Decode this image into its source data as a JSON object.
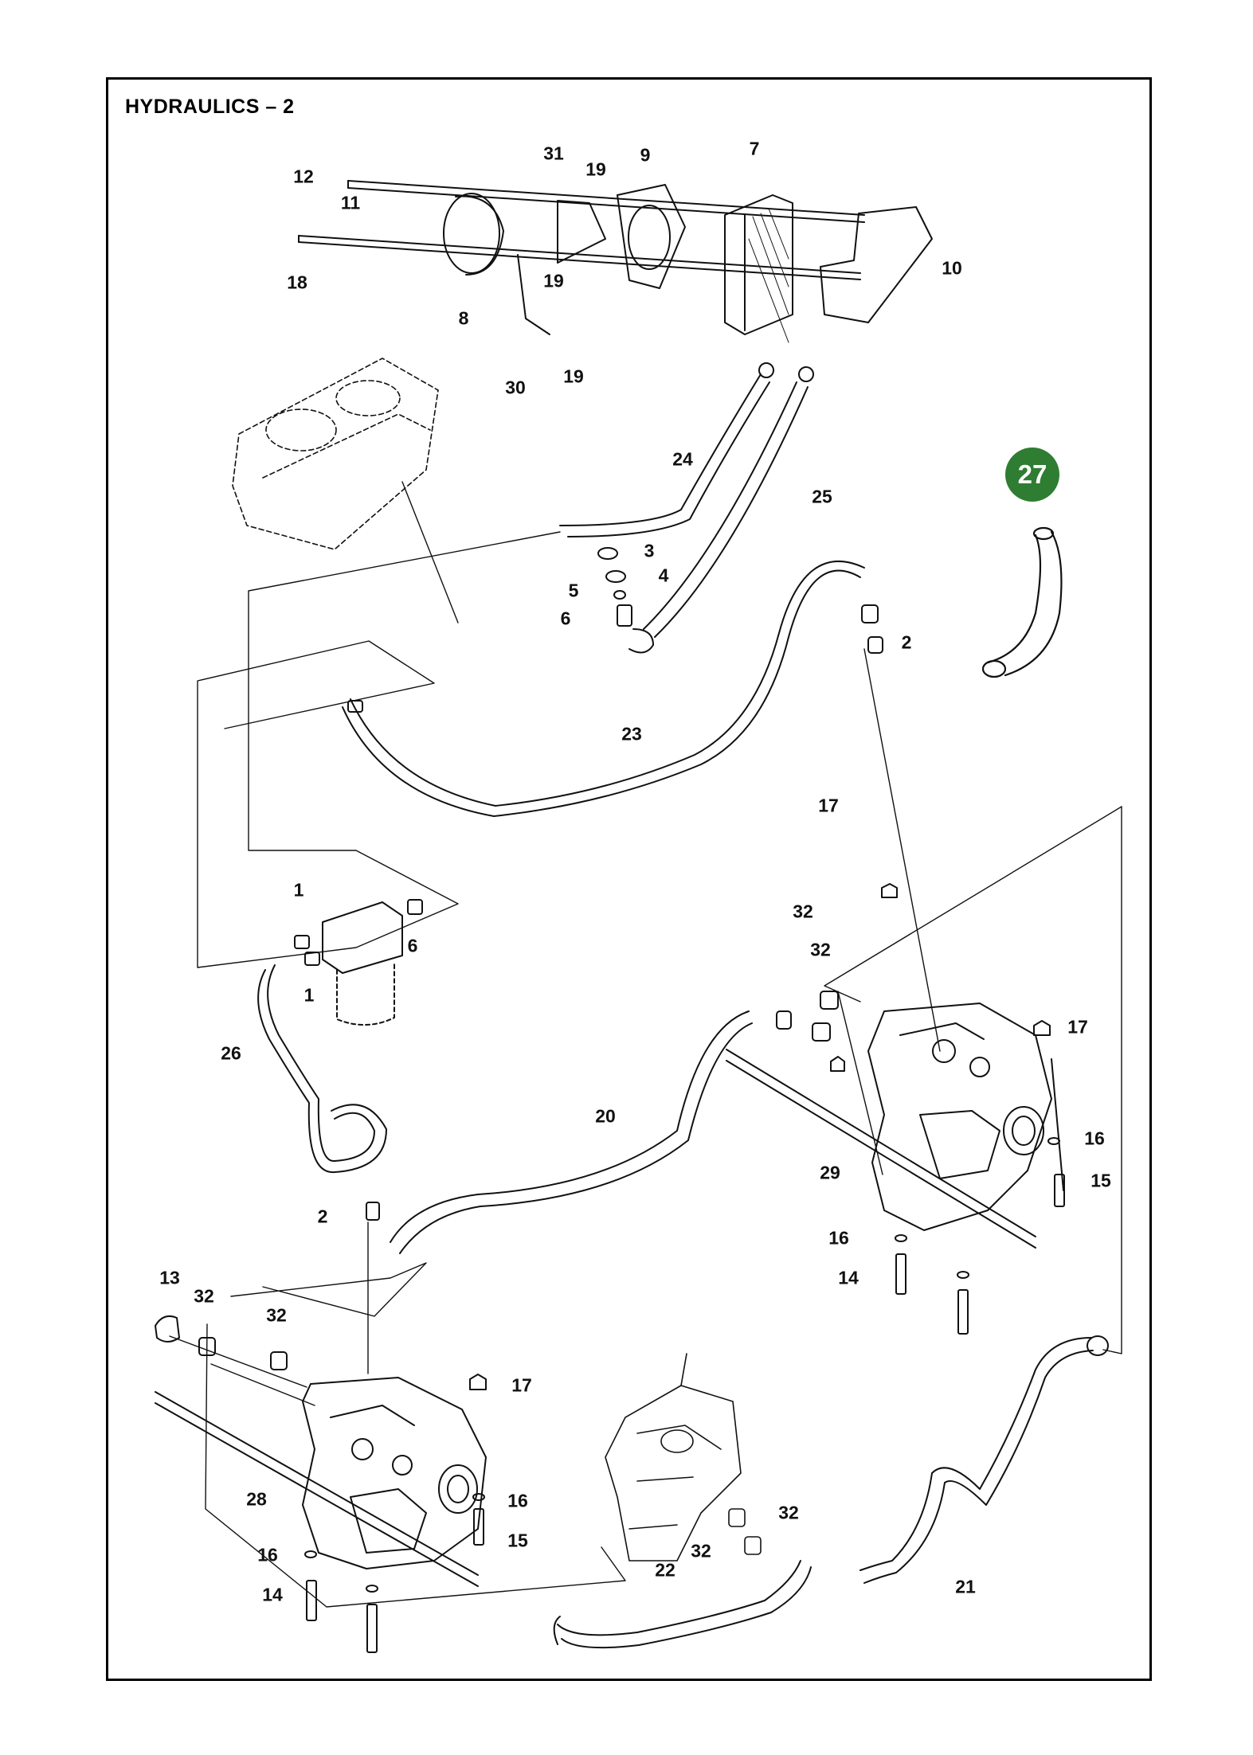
{
  "title": "HYDRAULICS – 2",
  "badge": {
    "text": "27",
    "color": "#2e7d32"
  },
  "callouts": {
    "c1": "1",
    "c1b": "1",
    "c2": "2",
    "c2b": "2",
    "c3": "3",
    "c4": "4",
    "c5": "5",
    "c6": "6",
    "c6b": "6",
    "c7": "7",
    "c8": "8",
    "c9": "9",
    "c10": "10",
    "c11": "11",
    "c12": "12",
    "c13": "13",
    "c14": "14",
    "c14b": "14",
    "c15": "15",
    "c15b": "15",
    "c16": "16",
    "c16b": "16",
    "c16c": "16",
    "c16d": "16",
    "c17": "17",
    "c17b": "17",
    "c17c": "17",
    "c18": "18",
    "c19": "19",
    "c19b": "19",
    "c19c": "19",
    "c20": "20",
    "c21": "21",
    "c22": "22",
    "c23": "23",
    "c24": "24",
    "c25": "25",
    "c26": "26",
    "c28": "28",
    "c29": "29",
    "c30": "30",
    "c31": "31",
    "c32": "32",
    "c32b": "32",
    "c32c": "32",
    "c32d": "32",
    "c32e": "32",
    "c32f": "32"
  }
}
